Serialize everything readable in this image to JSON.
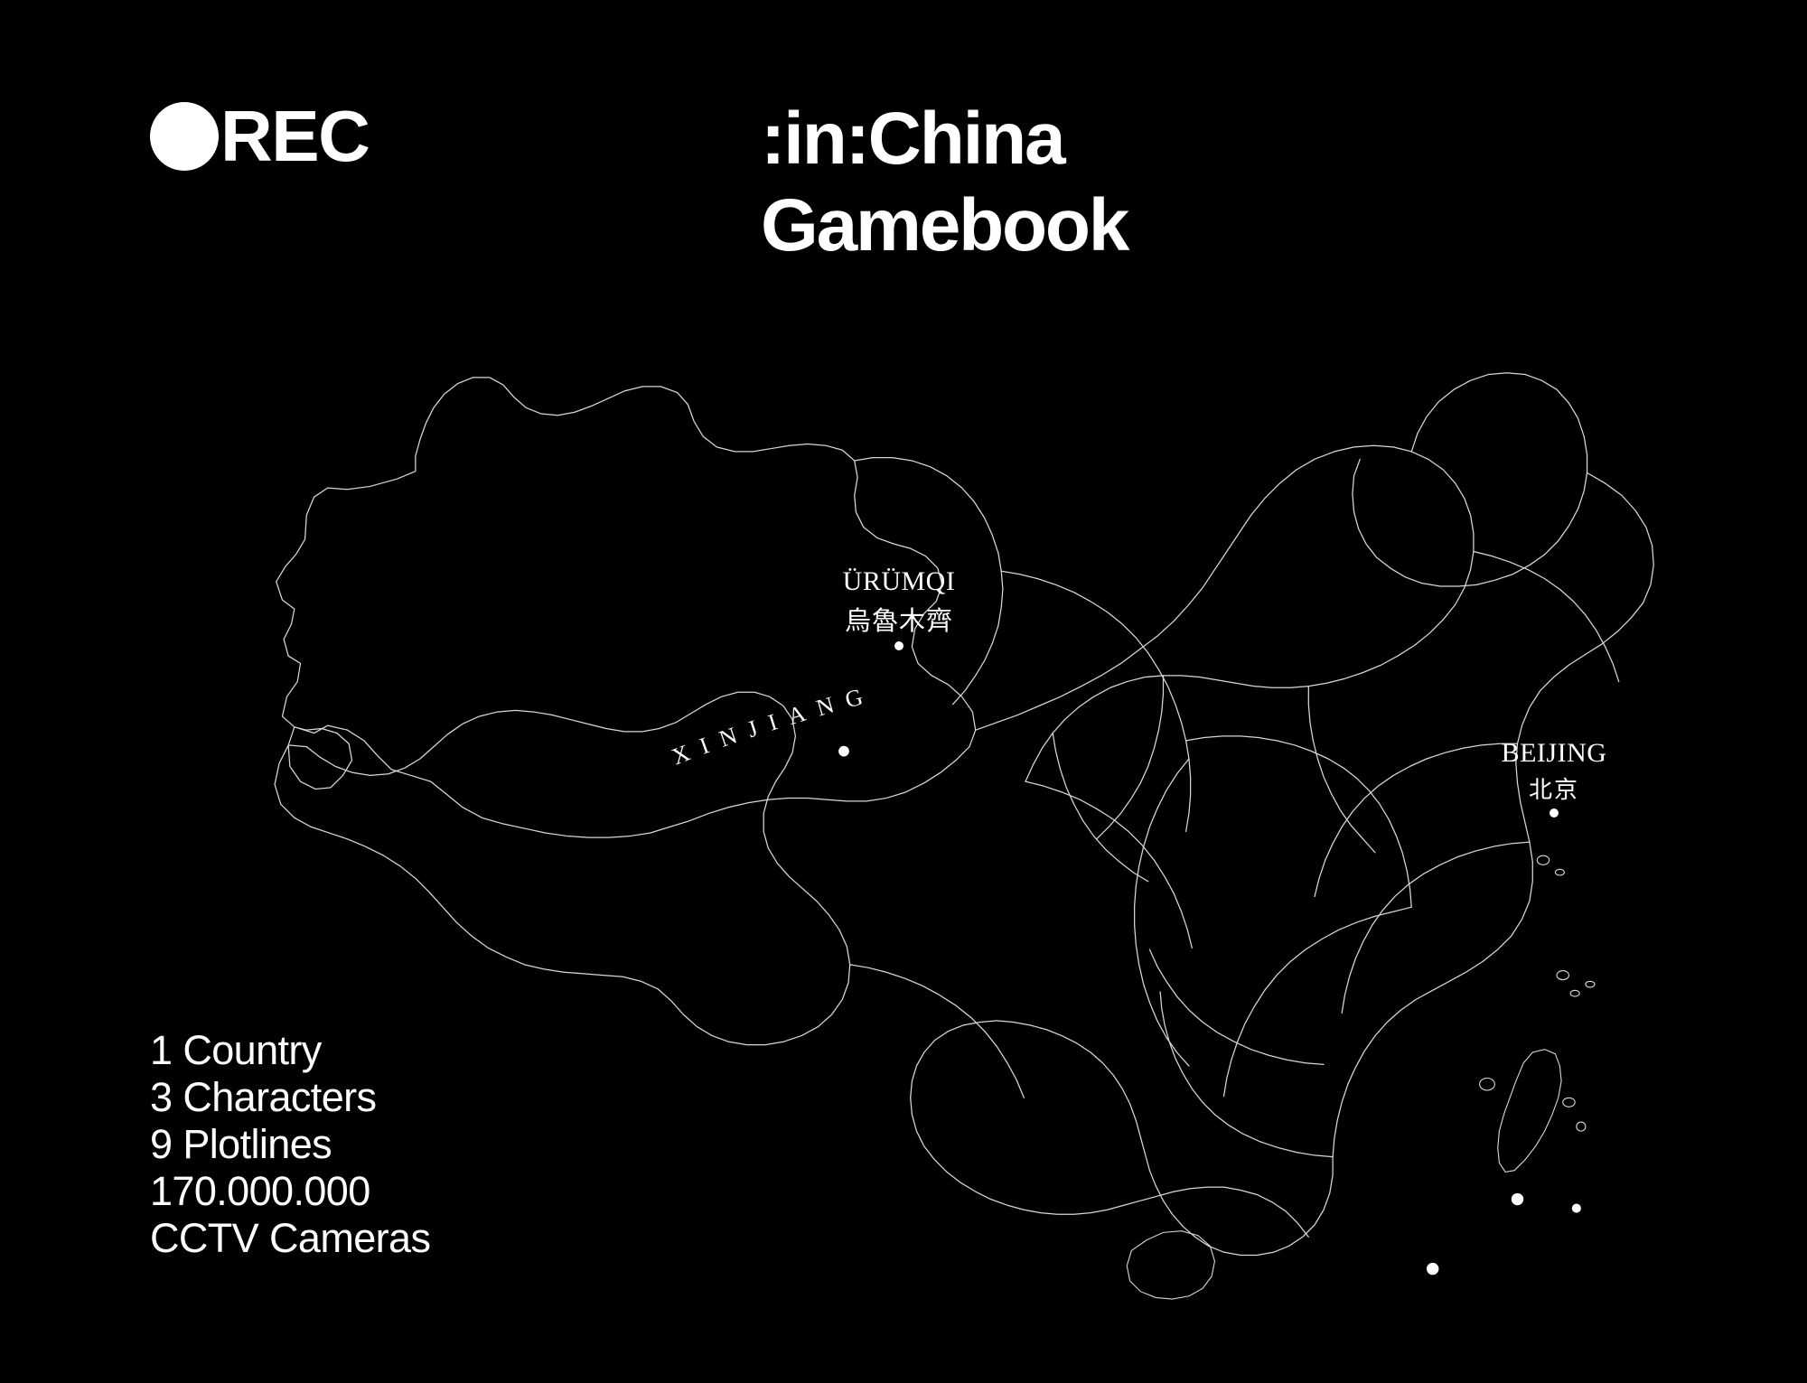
{
  "poster": {
    "background_color": "#000000",
    "foreground_color": "#ffffff",
    "map_stroke_color": "#d8d8d8"
  },
  "rec_badge": {
    "dot_icon": "record-dot-icon",
    "label": "REC"
  },
  "title": {
    "line1": ":in:China",
    "line2": "Gamebook"
  },
  "stats": {
    "lines": [
      "1 Country",
      "3 Characters",
      "9 Plotlines",
      "170.000.000",
      "CCTV Cameras"
    ]
  },
  "map": {
    "region_labels": [
      {
        "name": "XINJIANG"
      }
    ],
    "cities": [
      {
        "name": "ÜRÜMQI",
        "name_cn": "烏魯木齊",
        "marker": "city-dot"
      },
      {
        "name": "BEIJING",
        "name_cn": "北京",
        "marker": "city-dot"
      }
    ]
  }
}
